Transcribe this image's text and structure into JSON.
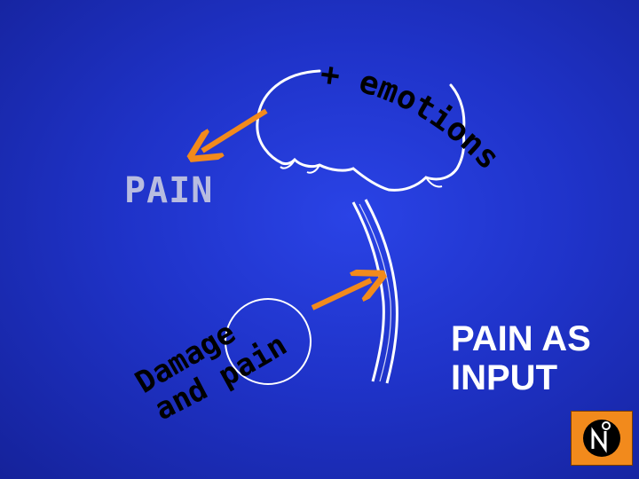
{
  "slide": {
    "pain_label": "PAIN",
    "emotions_text": "+ emotions",
    "damage_text": "Damage",
    "and_pain_text": "and pain",
    "caption_line1": "PAIN AS",
    "caption_line2": "INPUT",
    "logo_icon": "N-logo-icon"
  },
  "colors": {
    "background": "#1f33c9",
    "arrow": "#f28a1c",
    "label_text": "#b8bce0",
    "outline": "#ffffff"
  }
}
